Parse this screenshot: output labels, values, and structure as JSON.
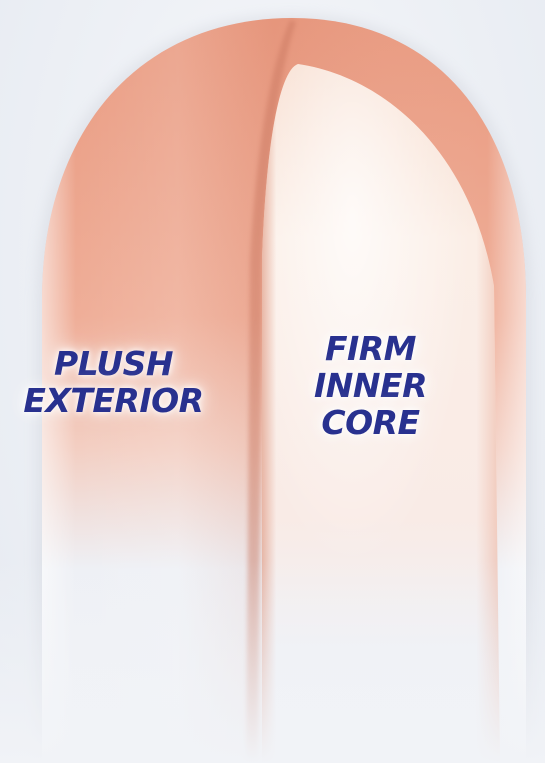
{
  "labels": {
    "exterior": [
      "PLUSH",
      "EXTERIOR"
    ],
    "core": [
      "FIRM",
      "INNER",
      "CORE"
    ]
  },
  "colors": {
    "exterior_peach": "#ec9f84",
    "core_cream": "#fbeee6",
    "text_navy": "#28318f",
    "background": "#eef1f6"
  }
}
